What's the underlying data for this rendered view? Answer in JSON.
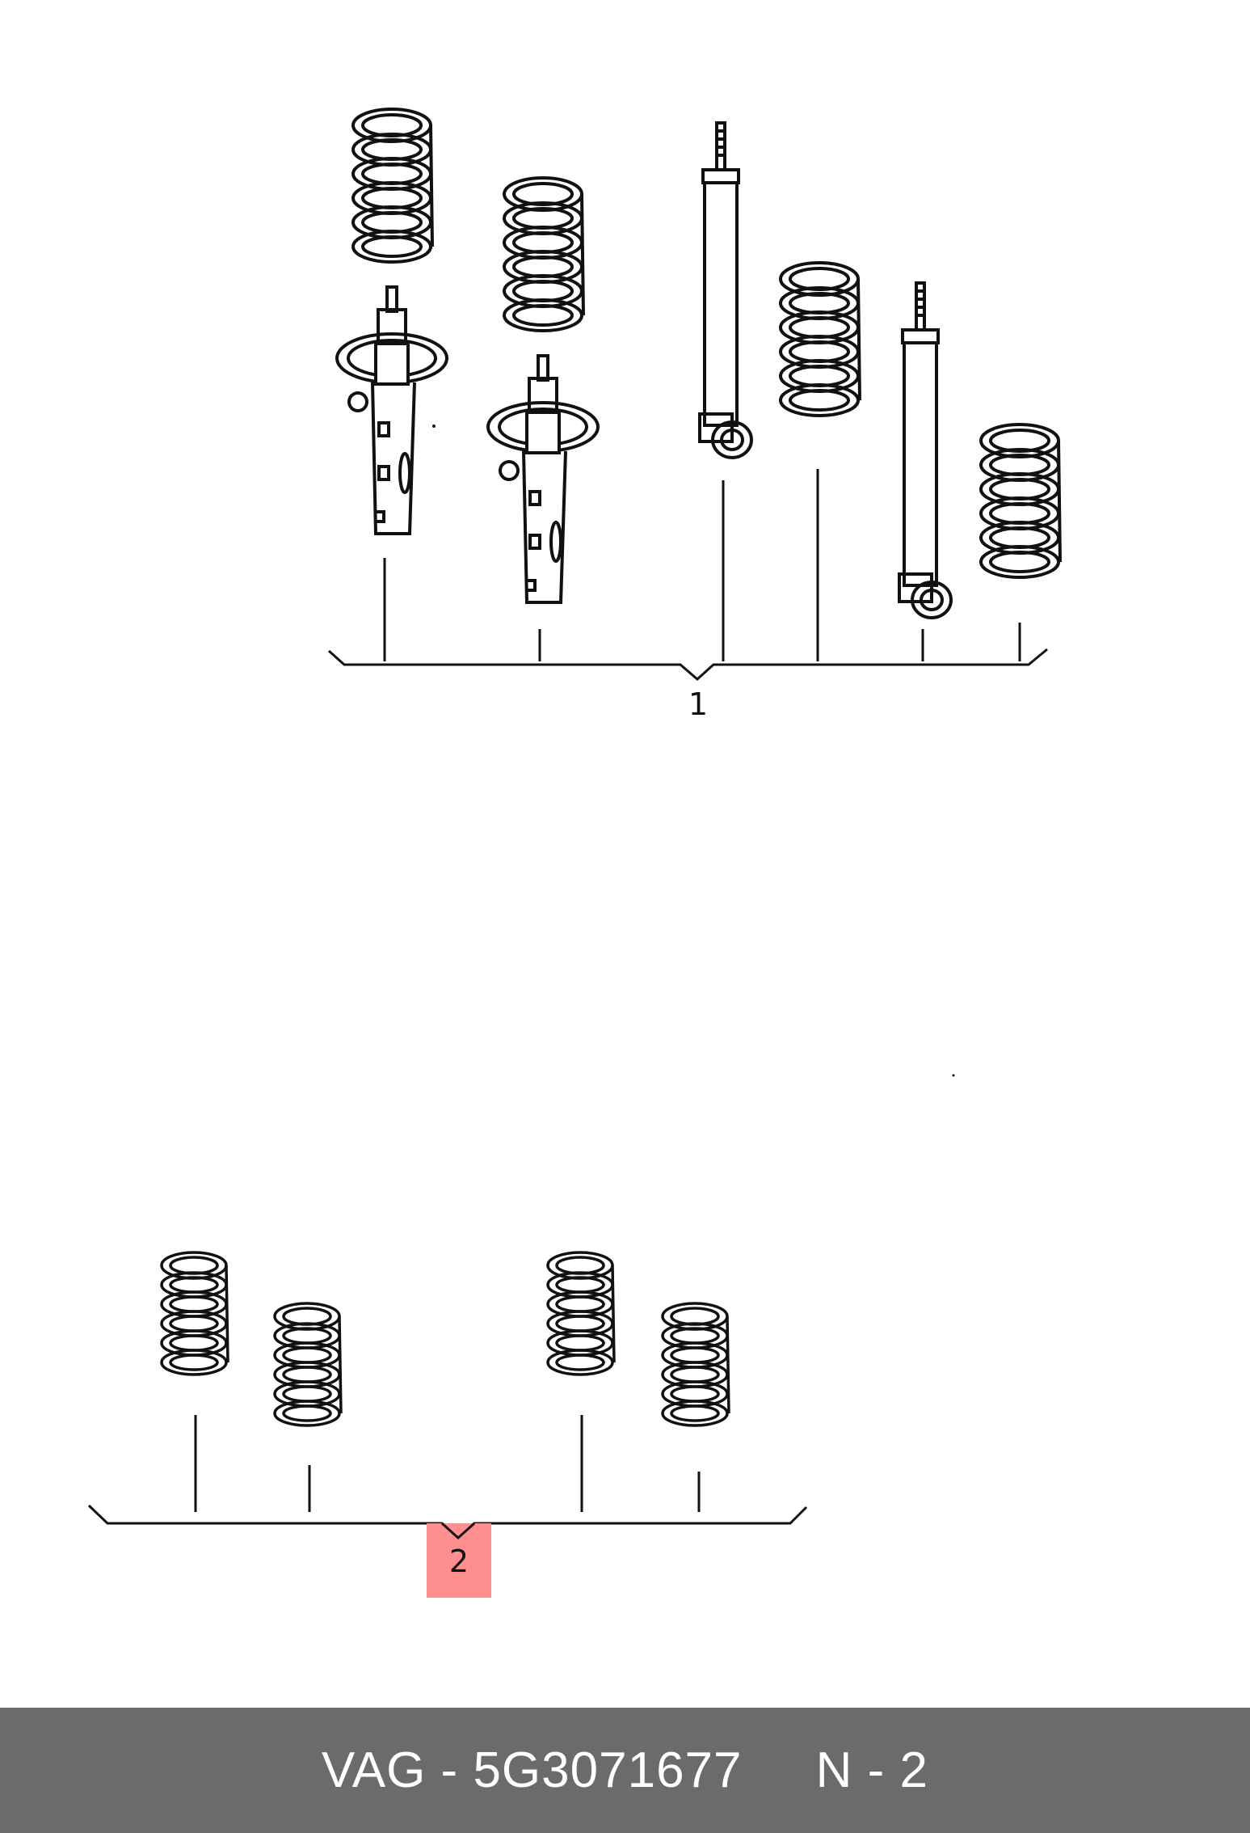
{
  "diagram": {
    "callout_1": "1",
    "callout_2": "2"
  },
  "footer": {
    "brand": "VAG",
    "separator": "-",
    "part_number": "5G3071677",
    "position_label": "N - 2",
    "background_color": "#6b6b6b"
  },
  "highlight_color": "#ff8f8f"
}
